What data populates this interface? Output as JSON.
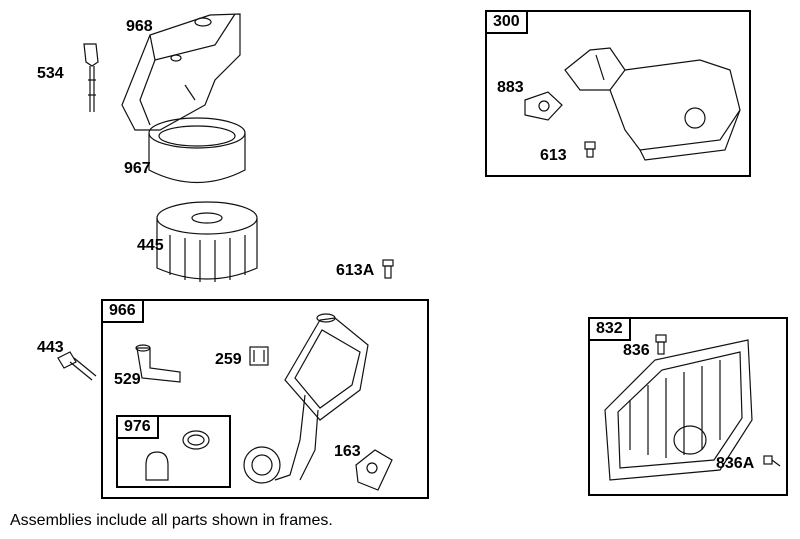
{
  "labels": {
    "p968": "968",
    "p534": "534",
    "p967": "967",
    "p445": "445",
    "p613A": "613A",
    "p443": "443",
    "p529": "529",
    "p259": "259",
    "p163": "163",
    "p883": "883",
    "p613": "613",
    "p836": "836",
    "p836A": "836A"
  },
  "frames": {
    "f300": "300",
    "f966": "966",
    "f976": "976",
    "f832": "832"
  },
  "footer": "Assemblies include all parts shown in frames."
}
